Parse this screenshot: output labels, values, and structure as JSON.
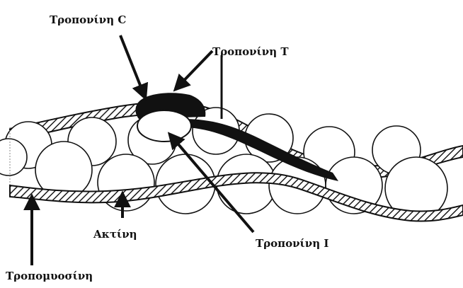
{
  "labels": {
    "troponin_c": "Τροπονίνη C",
    "troponin_t": "Τροπονίνη T",
    "troponin_i": "Τροπονίνη I",
    "actin": "Ακτίνη",
    "tropomyosin": "Τροπομυοσίνη"
  },
  "colors": {
    "ink": "#111111",
    "strand_fill": "#3a3a3a",
    "bead_fill": "#ffffff",
    "background": "#ffffff"
  }
}
